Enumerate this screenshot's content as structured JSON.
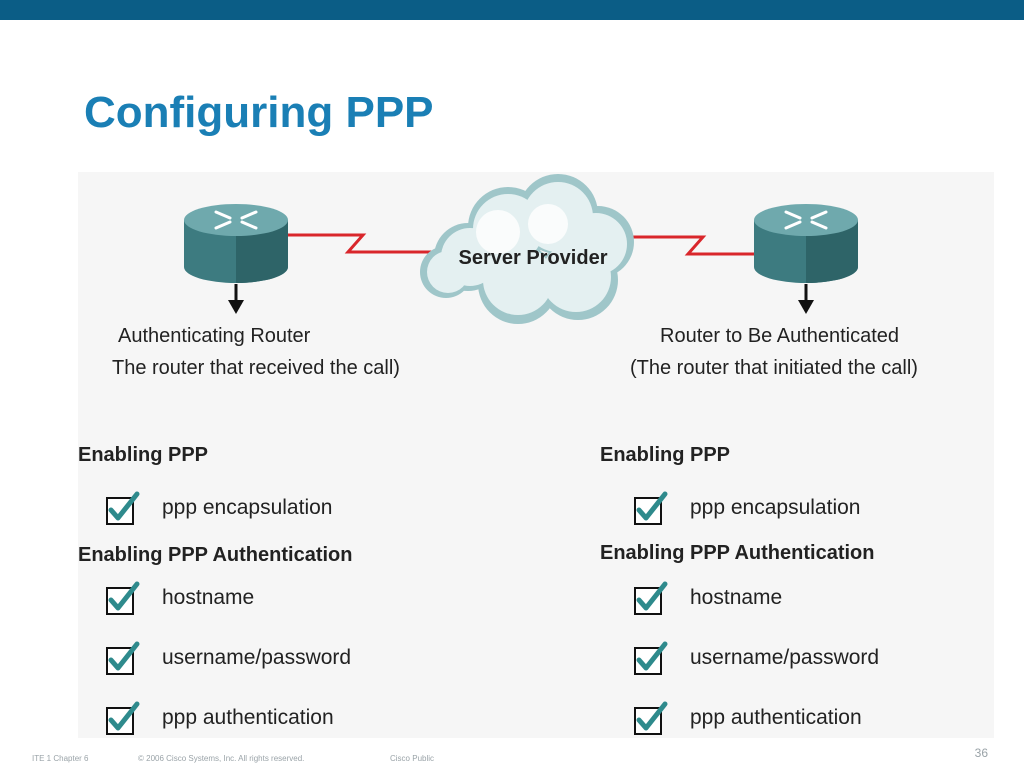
{
  "slide": {
    "title": "Configuring PPP",
    "page_number": "36"
  },
  "diagram": {
    "cloud_label": "Server Provider",
    "left_router": {
      "caption_line1": "Authenticating Router",
      "caption_line2": "The router that received the call)"
    },
    "right_router": {
      "caption_line1": "Router to Be Authenticated",
      "caption_line2": "(The router that initiated the call)"
    }
  },
  "left_column": {
    "section1": "Enabling PPP",
    "item1": "ppp encapsulation",
    "section2": "Enabling PPP Authentication",
    "item2": "hostname",
    "item3": "username/password",
    "item4": "ppp authentication"
  },
  "right_column": {
    "section1": "Enabling PPP",
    "item1": "ppp encapsulation",
    "section2": "Enabling PPP Authentication",
    "item2": "hostname",
    "item3": "username/password",
    "item4": "ppp authentication"
  },
  "footer": {
    "course": "ITE 1 Chapter 6",
    "copyright": "© 2006 Cisco Systems, Inc. All rights reserved.",
    "classification": "Cisco Public"
  },
  "colors": {
    "top_bar": "#0b5d86",
    "title": "#1a7fb5",
    "link_line": "#d9262b",
    "router_body": "#4f8d92",
    "checkmark": "#2e8a8c"
  }
}
